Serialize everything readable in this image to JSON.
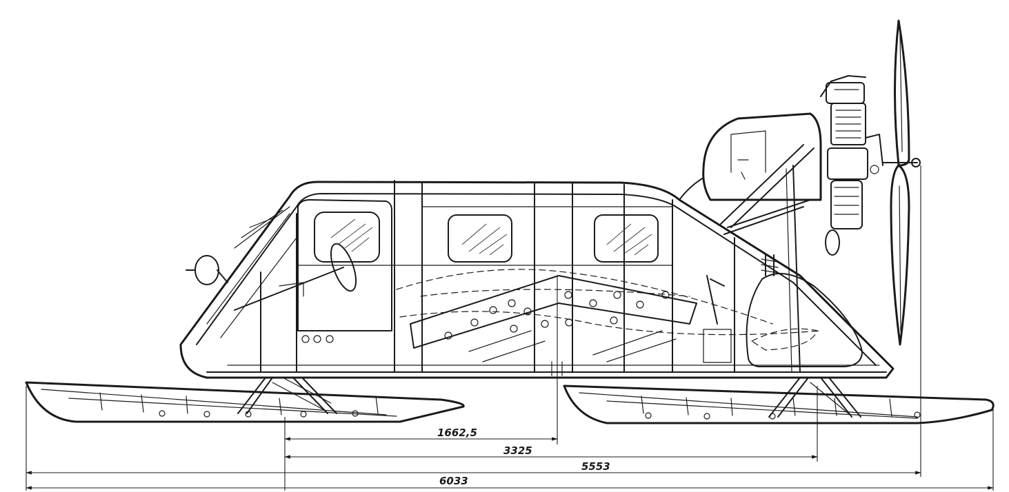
{
  "dimensions": [
    {
      "label": "1662,5"
    },
    {
      "label": "3325"
    },
    {
      "label": "5553"
    },
    {
      "label": "6033"
    }
  ]
}
